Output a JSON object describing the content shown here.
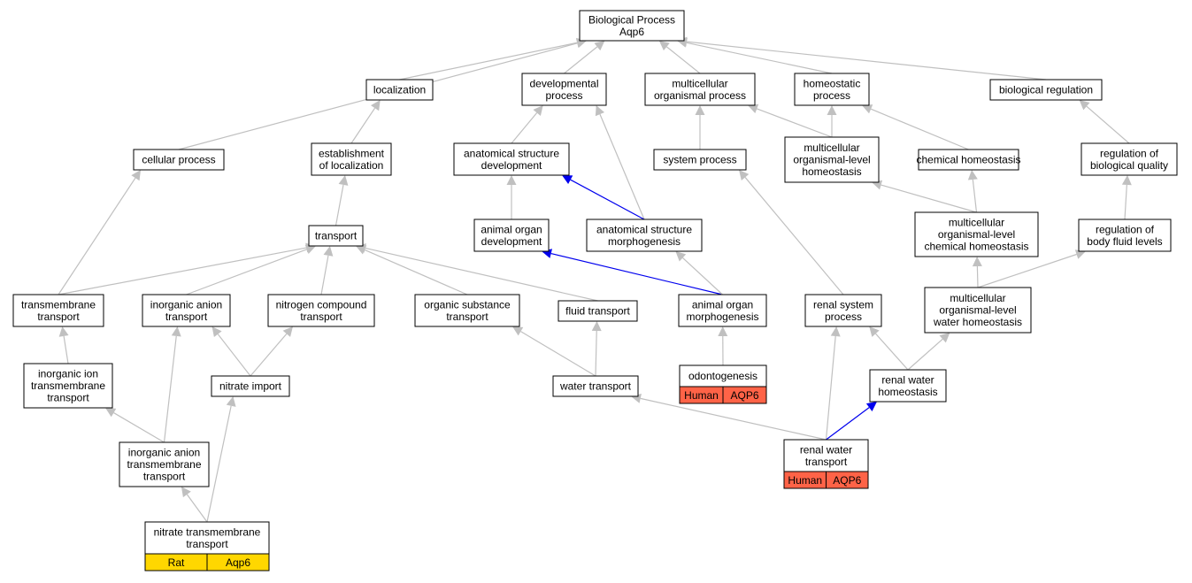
{
  "graph": {
    "colors": {
      "edge_default": "#c0c0c0",
      "edge_highlight": "#0000ee",
      "tag_human": "#ff6347",
      "tag_rat": "#ffd700",
      "node_border": "#000000",
      "node_fill": "#ffffff"
    },
    "nodes": [
      {
        "id": "bp",
        "lines": [
          "Biological Process",
          "Aqp6"
        ]
      },
      {
        "id": "loc",
        "lines": [
          "localization"
        ]
      },
      {
        "id": "dev",
        "lines": [
          "developmental",
          "process"
        ]
      },
      {
        "id": "mop",
        "lines": [
          "multicellular",
          "organismal process"
        ]
      },
      {
        "id": "homp",
        "lines": [
          "homeostatic",
          "process"
        ]
      },
      {
        "id": "breg",
        "lines": [
          "biological regulation"
        ]
      },
      {
        "id": "cell",
        "lines": [
          "cellular process"
        ]
      },
      {
        "id": "estloc",
        "lines": [
          "establishment",
          "of localization"
        ]
      },
      {
        "id": "asd",
        "lines": [
          "anatomical structure",
          "development"
        ]
      },
      {
        "id": "sysp",
        "lines": [
          "system process"
        ]
      },
      {
        "id": "mlh",
        "lines": [
          "multicellular",
          "organismal-level",
          "homeostasis"
        ]
      },
      {
        "id": "chem",
        "lines": [
          "chemical homeostasis"
        ]
      },
      {
        "id": "rbq",
        "lines": [
          "regulation of",
          "biological quality"
        ]
      },
      {
        "id": "transport",
        "lines": [
          "transport"
        ]
      },
      {
        "id": "aod",
        "lines": [
          "animal organ",
          "development"
        ]
      },
      {
        "id": "asm",
        "lines": [
          "anatomical structure",
          "morphogenesis"
        ]
      },
      {
        "id": "mlch",
        "lines": [
          "multicellular",
          "organismal-level",
          "chemical homeostasis"
        ]
      },
      {
        "id": "rbfl",
        "lines": [
          "regulation of",
          "body fluid levels"
        ]
      },
      {
        "id": "tmt",
        "lines": [
          "transmembrane",
          "transport"
        ]
      },
      {
        "id": "iat",
        "lines": [
          "inorganic anion",
          "transport"
        ]
      },
      {
        "id": "nct",
        "lines": [
          "nitrogen compound",
          "transport"
        ]
      },
      {
        "id": "ost",
        "lines": [
          "organic substance",
          "transport"
        ]
      },
      {
        "id": "fluid",
        "lines": [
          "fluid transport"
        ]
      },
      {
        "id": "aom",
        "lines": [
          "animal organ",
          "morphogenesis"
        ]
      },
      {
        "id": "rsp",
        "lines": [
          "renal system",
          "process"
        ]
      },
      {
        "id": "mlwh",
        "lines": [
          "multicellular",
          "organismal-level",
          "water homeostasis"
        ]
      },
      {
        "id": "iitt",
        "lines": [
          "inorganic ion",
          "transmembrane",
          "transport"
        ]
      },
      {
        "id": "nimp",
        "lines": [
          "nitrate import"
        ]
      },
      {
        "id": "water",
        "lines": [
          "water transport"
        ]
      },
      {
        "id": "odonto",
        "lines": [
          "odontogenesis"
        ],
        "tags": [
          "Human",
          "AQP6"
        ],
        "tag_color": "human"
      },
      {
        "id": "rwh",
        "lines": [
          "renal water",
          "homeostasis"
        ]
      },
      {
        "id": "iatt",
        "lines": [
          "inorganic anion",
          "transmembrane",
          "transport"
        ]
      },
      {
        "id": "rwt",
        "lines": [
          "renal water",
          "transport"
        ],
        "tags": [
          "Human",
          "AQP6"
        ],
        "tag_color": "human"
      },
      {
        "id": "ntt",
        "lines": [
          "nitrate transmembrane",
          "transport"
        ],
        "tags": [
          "Rat",
          "Aqp6"
        ],
        "tag_color": "rat"
      }
    ],
    "edges": [
      {
        "from": "loc",
        "to": "bp"
      },
      {
        "from": "dev",
        "to": "bp"
      },
      {
        "from": "mop",
        "to": "bp"
      },
      {
        "from": "homp",
        "to": "bp"
      },
      {
        "from": "breg",
        "to": "bp"
      },
      {
        "from": "cell",
        "to": "bp"
      },
      {
        "from": "estloc",
        "to": "loc"
      },
      {
        "from": "asd",
        "to": "dev"
      },
      {
        "from": "asm",
        "to": "dev"
      },
      {
        "from": "sysp",
        "to": "mop"
      },
      {
        "from": "mlh",
        "to": "mop"
      },
      {
        "from": "mlh",
        "to": "homp"
      },
      {
        "from": "chem",
        "to": "homp"
      },
      {
        "from": "rbq",
        "to": "breg"
      },
      {
        "from": "transport",
        "to": "estloc"
      },
      {
        "from": "aod",
        "to": "asd"
      },
      {
        "from": "asm",
        "to": "asd",
        "highlight": true
      },
      {
        "from": "mlch",
        "to": "mlh"
      },
      {
        "from": "mlch",
        "to": "chem"
      },
      {
        "from": "rbfl",
        "to": "rbq"
      },
      {
        "from": "tmt",
        "to": "cell"
      },
      {
        "from": "tmt",
        "to": "transport"
      },
      {
        "from": "iat",
        "to": "transport"
      },
      {
        "from": "nct",
        "to": "transport"
      },
      {
        "from": "ost",
        "to": "transport"
      },
      {
        "from": "fluid",
        "to": "transport"
      },
      {
        "from": "aom",
        "to": "aod",
        "highlight": true
      },
      {
        "from": "aom",
        "to": "asm"
      },
      {
        "from": "rsp",
        "to": "sysp"
      },
      {
        "from": "mlwh",
        "to": "mlch"
      },
      {
        "from": "mlwh",
        "to": "rbfl"
      },
      {
        "from": "iitt",
        "to": "tmt"
      },
      {
        "from": "nimp",
        "to": "iat"
      },
      {
        "from": "nimp",
        "to": "nct"
      },
      {
        "from": "water",
        "to": "ost"
      },
      {
        "from": "water",
        "to": "fluid"
      },
      {
        "from": "odonto",
        "to": "aom"
      },
      {
        "from": "rwh",
        "to": "rsp"
      },
      {
        "from": "rwh",
        "to": "mlwh"
      },
      {
        "from": "iatt",
        "to": "iitt"
      },
      {
        "from": "iatt",
        "to": "iat"
      },
      {
        "from": "rwt",
        "to": "water"
      },
      {
        "from": "rwt",
        "to": "rsp"
      },
      {
        "from": "rwt",
        "to": "rwh",
        "highlight": true
      },
      {
        "from": "ntt",
        "to": "iatt"
      },
      {
        "from": "ntt",
        "to": "nimp"
      }
    ]
  }
}
